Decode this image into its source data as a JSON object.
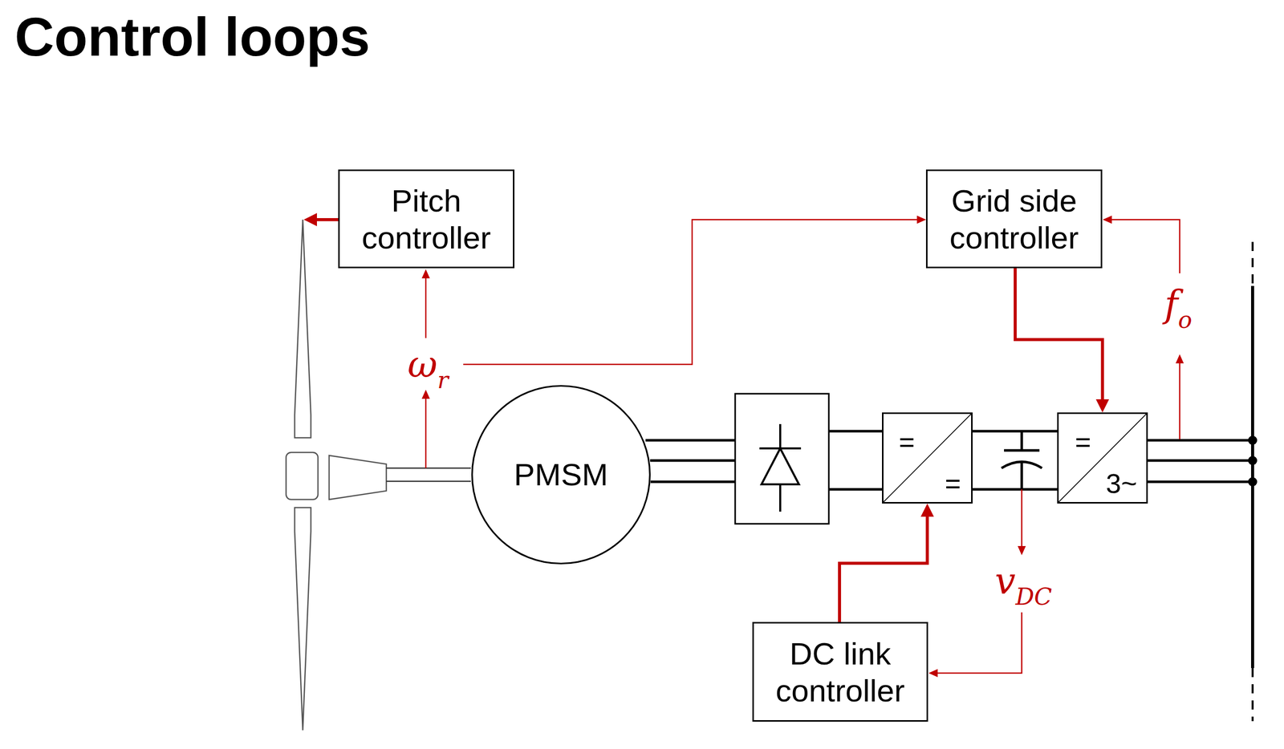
{
  "diagram": {
    "title": "Control loops",
    "nodes": [
      {
        "text": [
          "Pitch controller"
        ]
      },
      {
        "text": [
          "Grid side controller"
        ]
      },
      {
        "text": [
          "PMSM"
        ]
      },
      {
        "text": [
          "=",
          "="
        ]
      },
      {
        "text": [
          "=",
          "3~"
        ]
      },
      {
        "text": [
          "DC link controller"
        ]
      }
    ],
    "edges": [
      {
        "from": 1,
        "to": 4,
        "arrow": "to"
      },
      {
        "from": 5,
        "to": 3,
        "arrow": "to"
      },
      {
        "from": 3,
        "to": 4,
        "arrow": "none"
      }
    ],
    "labels": [
      "ω",
      "r",
      "f",
      "o",
      "v",
      "DC"
    ]
  }
}
